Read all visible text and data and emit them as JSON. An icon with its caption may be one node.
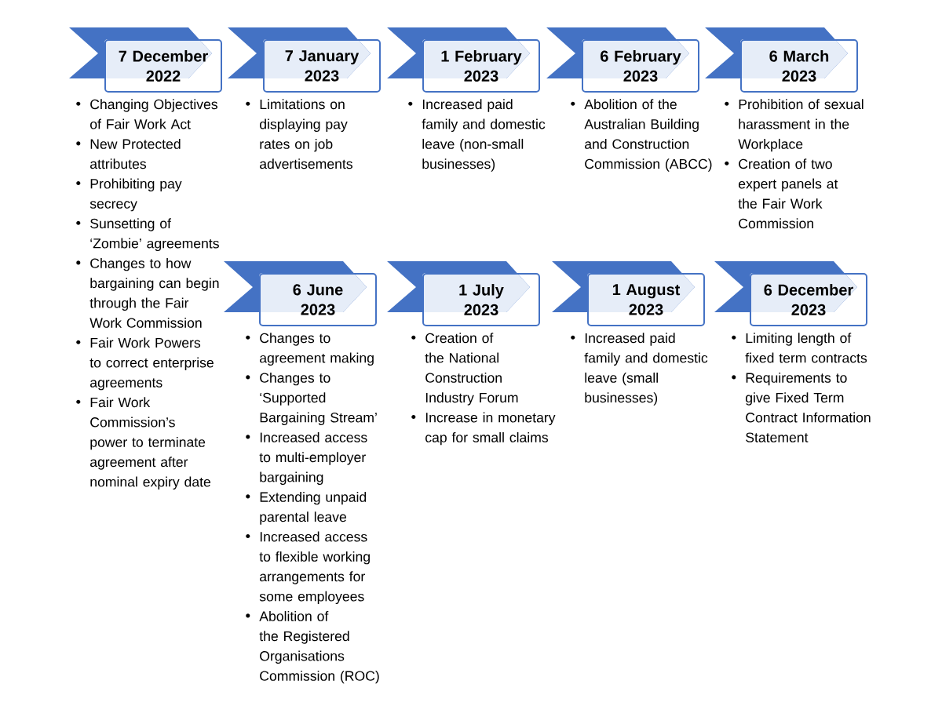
{
  "diagram": {
    "nodes": [
      {
        "text": [
          "7 December 2022"
        ],
        "beside": [
          "Changing Objectives of Fair Work Act",
          "New Protected attributes",
          "Prohibiting pay secrecy",
          "Sunsetting of ‘Zombie’ agreements",
          "Changes to how bargaining can begin through the Fair Work Commission",
          "Fair Work Powers to correct enterprise agreements",
          "Fair Work Commission’s power to terminate agreement after nominal expiry date"
        ]
      },
      {
        "text": [
          "7 January 2023"
        ],
        "beside": [
          "Limitations on displaying pay rates on job advertisements"
        ]
      },
      {
        "text": [
          "1 February 2023"
        ],
        "beside": [
          "Increased paid family and domestic leave (non-small businesses)"
        ]
      },
      {
        "text": [
          "6 February 2023"
        ],
        "beside": [
          "Abolition of the Australian Building and Construction Commission (ABCC)"
        ]
      },
      {
        "text": [
          "6 March 2023"
        ],
        "beside": [
          "Prohibition of sexual harassment in the Workplace",
          "Creation of two expert panels at the Fair Work Commission"
        ]
      },
      {
        "text": [
          "6 June 2023"
        ],
        "beside": [
          "Changes to agreement making",
          "Changes to ‘Supported Bargaining Stream’",
          "Increased access to multi-employer bargaining",
          "Extending unpaid parental leave",
          "Increased access to flexible working arrangements for some employees",
          "Abolition of the Registered Organisations Commission (ROC)"
        ]
      },
      {
        "text": [
          "1 July 2023"
        ],
        "beside": [
          "Creation of the National Construction Industry Forum",
          "Increase in monetary cap for small claims"
        ]
      },
      {
        "text": [
          "1 August 2023"
        ],
        "beside": [
          "Increased paid family and domestic leave (small businesses)"
        ]
      },
      {
        "text": [
          "6 December 2023"
        ],
        "beside": [
          "Limiting length of fixed term contracts",
          "Requirements to give Fixed Term Contract Information Statement"
        ]
      }
    ]
  }
}
